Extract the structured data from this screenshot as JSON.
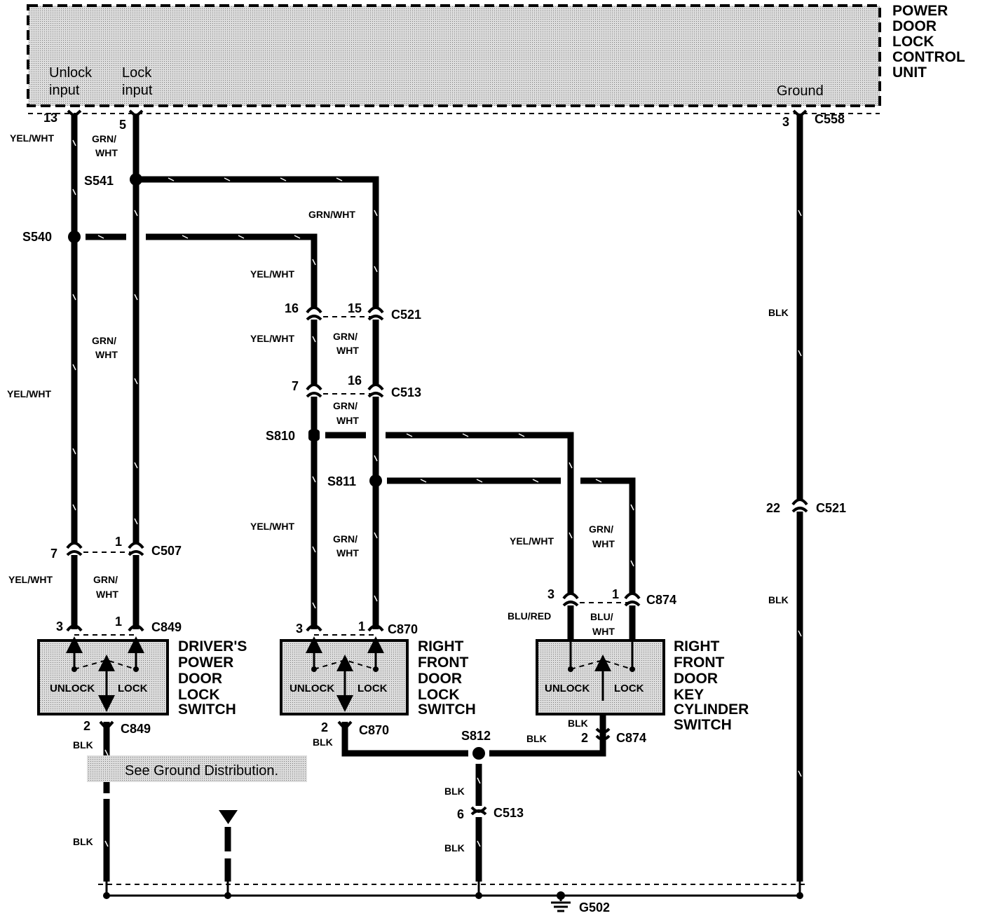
{
  "control_unit": {
    "title_lines": [
      "POWER",
      "DOOR",
      "LOCK",
      "CONTROL",
      "UNIT"
    ],
    "unlock_input": [
      "Unlock",
      "input"
    ],
    "lock_input": [
      "Lock",
      "input"
    ],
    "ground": "Ground"
  },
  "pins": {
    "cu_unlock": "13",
    "cu_lock": "5",
    "cu_ground": "3",
    "c521_a": "16",
    "c521_b": "15",
    "c513_a": "7",
    "c513_b": "16",
    "c507_a": "7",
    "c507_b": "1",
    "c849_a": "3",
    "c849_b": "1",
    "c849_g": "2",
    "c870_a": "3",
    "c870_b": "1",
    "c870_g": "2",
    "c874_a": "3",
    "c874_b": "1",
    "c874_g": "2",
    "c521_gnd": "22",
    "c513_gnd": "6"
  },
  "connectors": {
    "c558": "C558",
    "c521": "C521",
    "c513": "C513",
    "c507": "C507",
    "c849": "C849",
    "c870": "C870",
    "c874": "C874"
  },
  "splices": {
    "s541": "S541",
    "s540": "S540",
    "s810": "S810",
    "s811": "S811",
    "s812": "S812"
  },
  "wires": {
    "yel_wht": "YEL/WHT",
    "grn_wht": "GRN/WHT",
    "grn": "GRN/",
    "wht": "WHT",
    "blk": "BLK",
    "blu_red": "BLU/RED",
    "blu": "BLU/"
  },
  "components": {
    "driver_switch": [
      "DRIVER'S",
      "POWER",
      "DOOR",
      "LOCK",
      "SWITCH"
    ],
    "rf_switch": [
      "RIGHT",
      "FRONT",
      "DOOR",
      "LOCK",
      "SWITCH"
    ],
    "rf_key_switch": [
      "RIGHT",
      "FRONT",
      "DOOR",
      "KEY",
      "CYLINDER",
      "SWITCH"
    ]
  },
  "switch_labels": {
    "unlock": "UNLOCK",
    "lock": "LOCK"
  },
  "ground": {
    "note": "See Ground Distribution.",
    "name": "G502"
  }
}
